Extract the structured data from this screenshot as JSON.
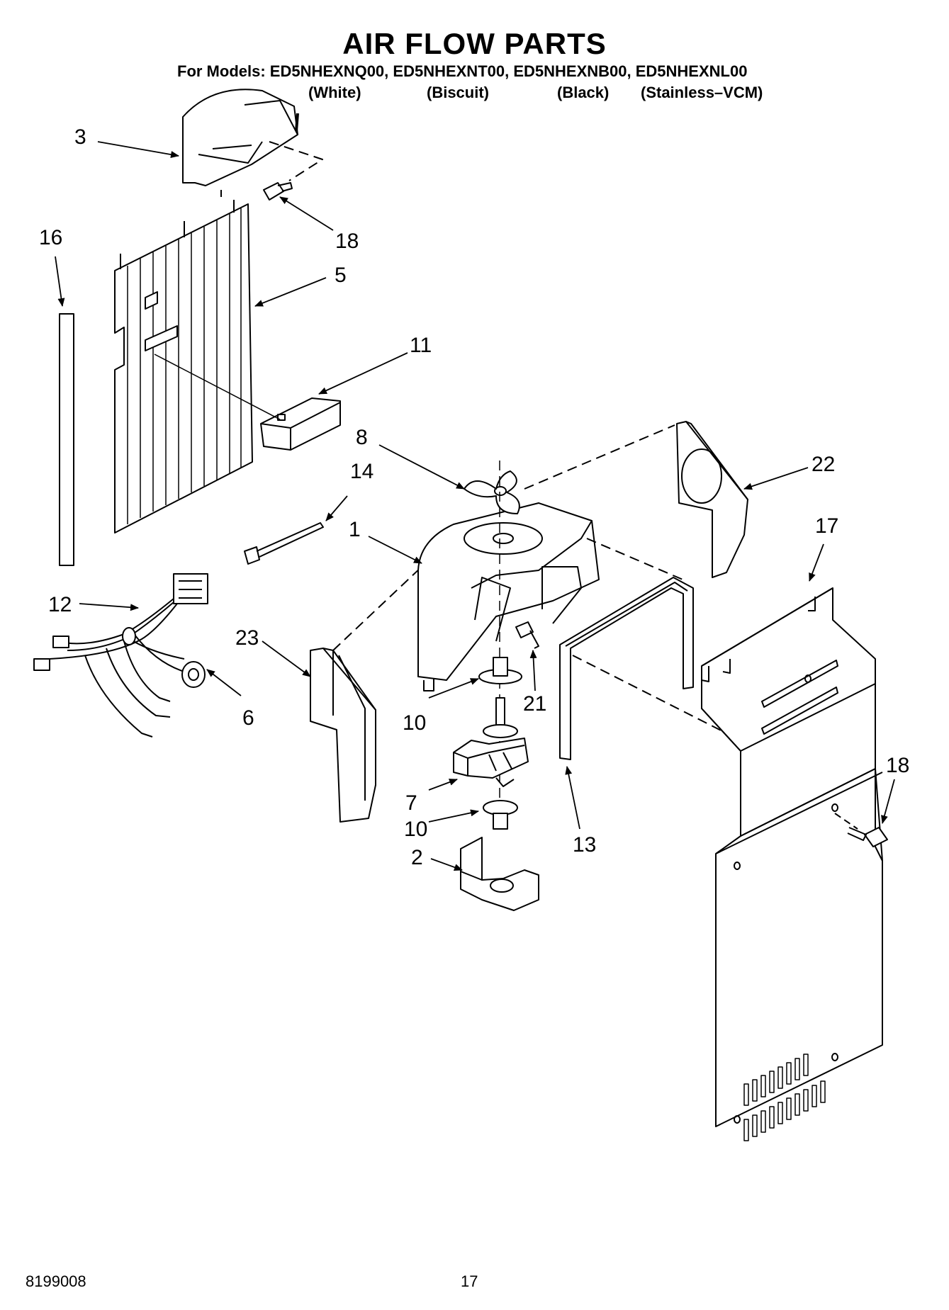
{
  "header": {
    "title": "AIR FLOW PARTS",
    "models_line": "For Models: ED5NHEXNQ00, ED5NHEXNT00, ED5NHEXNB00, ED5NHEXNL00",
    "variants": [
      "(White)",
      "(Biscuit)",
      "(Black)",
      "(Stainless–VCM)"
    ]
  },
  "callouts": {
    "c1": "1",
    "c2": "2",
    "c3": "3",
    "c5": "5",
    "c6": "6",
    "c7": "7",
    "c8": "8",
    "c10a": "10",
    "c10b": "10",
    "c11": "11",
    "c12": "12",
    "c13": "13",
    "c14": "14",
    "c16": "16",
    "c17": "17",
    "c18a": "18",
    "c18b": "18",
    "c21": "21",
    "c22": "22",
    "c23": "23"
  },
  "footer": {
    "doc_number": "8199008",
    "page_number": "17"
  }
}
